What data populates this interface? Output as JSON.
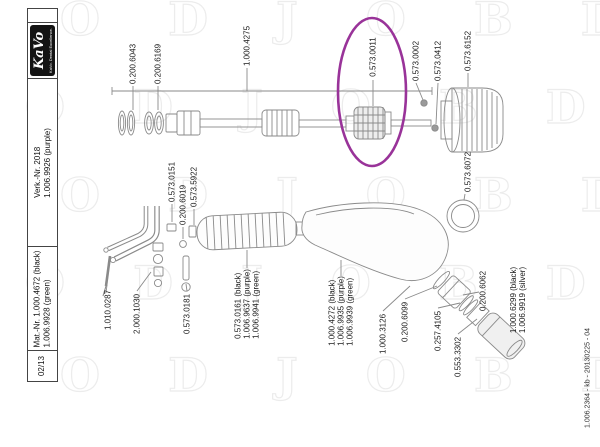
{
  "sidebar": {
    "logo": {
      "brand": "KaVo",
      "tagline": "KaVo. Dental Excellence."
    },
    "verk_block": {
      "line1": "Verk.-Nr. 2018",
      "line2": "1.006.9926 (purple)"
    },
    "mat_block": {
      "line1": "Mat.-Nr. 1.000.4672 (black)",
      "line2": "1.006.9928 (green)"
    },
    "edition": "02/13"
  },
  "footer": {
    "doc_ref": "1.006.2364 - kb - 20130225 - 04"
  },
  "diagram": {
    "highlight_color": "#993399",
    "highlighted_part": "0.573.0011",
    "labels": [
      {
        "text": "0.200.6043"
      },
      {
        "text": "0.200.6169"
      },
      {
        "text": "1.000.4275"
      },
      {
        "text": "0.573.0011"
      },
      {
        "text": "0.573.0002"
      },
      {
        "text": "0.573.0412"
      },
      {
        "text": "0.573.6152"
      },
      {
        "text": "0.573.6072"
      },
      {
        "text": "0.573.0151"
      },
      {
        "text": "0.573.5922"
      },
      {
        "text": "0.200.6019"
      },
      {
        "text": "1.010.0287"
      },
      {
        "text": "2.000.1030"
      },
      {
        "text": "0.573.0181"
      },
      {
        "lines": [
          "0.573.0161 (black)",
          "1.006.9637 (purple)",
          "1.006.9941 (green)"
        ]
      },
      {
        "lines": [
          "1.000.4272 (black)",
          "1.006.9935 (purple)",
          "1.006.9939 (green)"
        ]
      },
      {
        "text": "1.000.3126"
      },
      {
        "text": "0.200.6099"
      },
      {
        "text": "0.257.4105"
      },
      {
        "text": "0.553.3302"
      },
      {
        "text": "0.200.6062"
      },
      {
        "lines": [
          "1.000.6299 (black)",
          "1.006.9919 (silver)"
        ]
      }
    ]
  },
  "watermark": {
    "row": "O D J O B D O"
  }
}
